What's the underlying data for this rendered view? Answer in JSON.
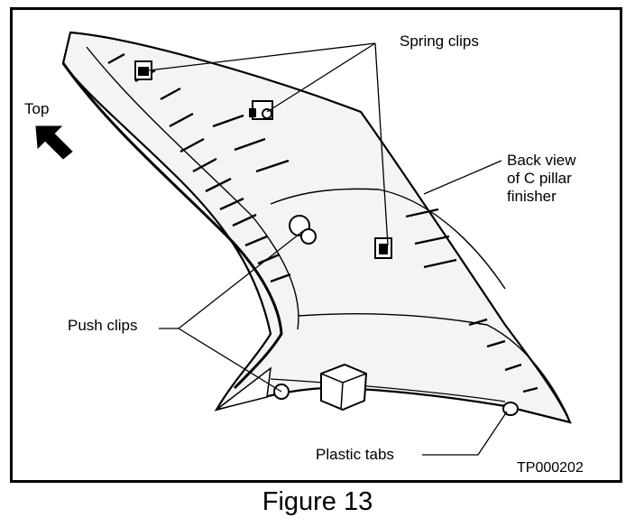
{
  "labels": {
    "spring_clips": "Spring clips",
    "top": "Top",
    "back_view": [
      "Back view",
      "of C pillar",
      "finisher"
    ],
    "push_clips": "Push clips",
    "plastic_tabs": "Plastic tabs",
    "image_code": "TP000202"
  },
  "caption": "Figure 13",
  "colors": {
    "ink": "#000000",
    "paper": "#ffffff",
    "fill": "#f2f2f2"
  },
  "icons": {
    "direction": "arrow-up-left-icon"
  }
}
